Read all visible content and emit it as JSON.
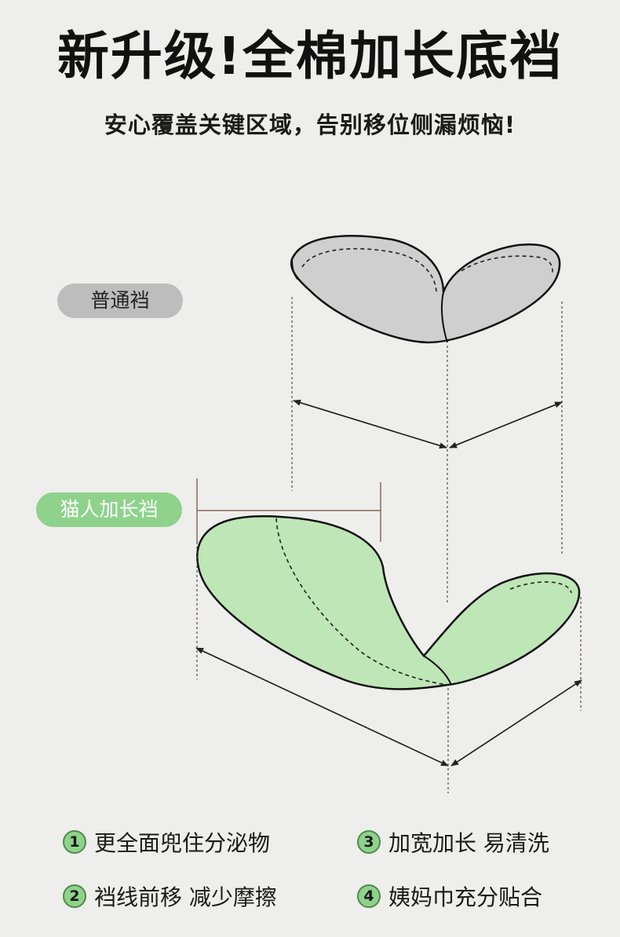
{
  "header": {
    "title": "新升级!全棉加长底裆",
    "subtitle": "安心覆盖关键区域，告别移位侧漏烦恼!"
  },
  "labels": {
    "normal": "普通裆",
    "long": "猫人加长裆"
  },
  "features": [
    {
      "num": "1",
      "text": "更全面兜住分泌物"
    },
    {
      "num": "2",
      "text": "裆线前移 减少摩擦"
    },
    {
      "num": "3",
      "text": "加宽加长 易清洗"
    },
    {
      "num": "4",
      "text": "姨妈巾充分贴合"
    }
  ],
  "colors": {
    "background": "#eeeeec",
    "normal_pill": "#bdbdbd",
    "long_pill": "#8ed28b",
    "gray_fill": "#cfcfcf",
    "green_fill": "#bfe6b6"
  }
}
